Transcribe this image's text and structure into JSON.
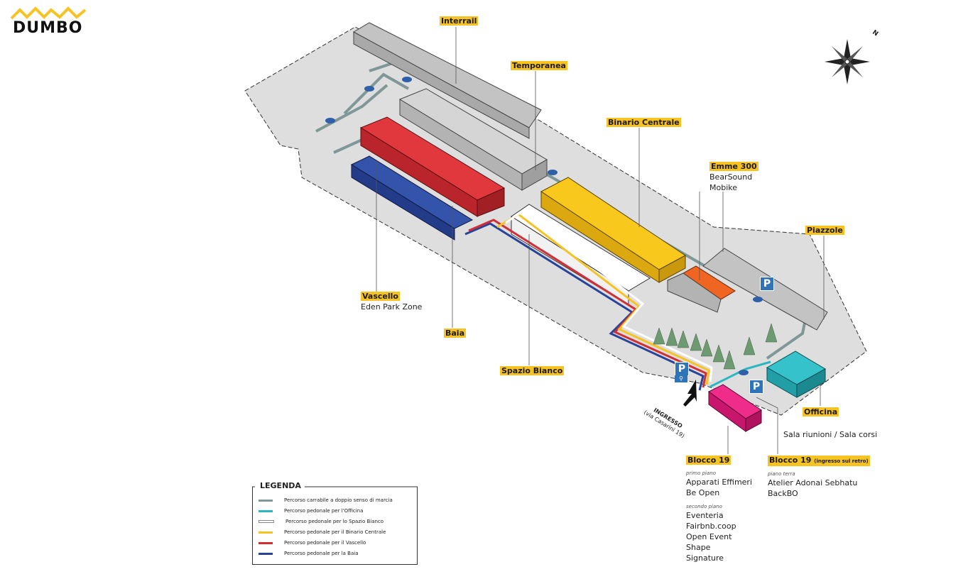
{
  "logo": {
    "text": "DUMBO",
    "accent": "#f6c323"
  },
  "compass": {
    "north_label": "N",
    "icon": "compass-rose-icon"
  },
  "colors": {
    "ground": "#dedede",
    "building_grey": "#c9c9c9",
    "vascello": "#d12f35",
    "baia": "#27449a",
    "binario": "#f6c323",
    "emme": "#ee5a1b",
    "officina": "#2bb7c0",
    "blocco": "#e3197c",
    "road": "#7f9797",
    "tree": "#6e9a72",
    "parking": "#2f73b8"
  },
  "buildings": {
    "interrail": {
      "name": "Interrail"
    },
    "temporanea": {
      "name": "Temporanea"
    },
    "binario_centrale": {
      "name": "Binario Centrale"
    },
    "emme300": {
      "name": "Emme 300",
      "tenants": [
        "BearSound",
        "Mobike"
      ]
    },
    "piazzole": {
      "name": "Piazzole"
    },
    "vascello": {
      "name": "Vascello",
      "tenants": [
        "Eden Park Zone"
      ]
    },
    "baia": {
      "name": "Baia"
    },
    "spazio_bianco": {
      "name": "Spazio Bianco"
    },
    "officina": {
      "name": "Officina"
    },
    "sala": {
      "name": "Sala riunioni / Sala corsi"
    },
    "blocco19": {
      "name": "Blocco 19",
      "floor1_label": "primo piano",
      "floor1": [
        "Apparati Effimeri",
        "Be Open"
      ],
      "floor2_label": "secondo piano",
      "floor2": [
        "Eventeria",
        "Fairbnb.coop",
        "Open Event",
        "Shape",
        "Signature"
      ]
    },
    "blocco19_retro": {
      "name": "Blocco 19",
      "note": "(ingresso sul retro)",
      "floor_label": "piano terra",
      "tenants": [
        "Atelier Adonai Sebhatu",
        "BackBO"
      ]
    }
  },
  "entrance": {
    "line1": "INGRESSO",
    "line2": "(via Casarini 19)"
  },
  "parking": {
    "label": "P"
  },
  "legend": {
    "title": "LEGENDA",
    "items": [
      {
        "label": "Percorso carrabile a doppio senso di marcia",
        "color": "#7f9797"
      },
      {
        "label": "Percorso pedonale per l'Officina",
        "color": "#2bb7c0"
      },
      {
        "label": "Percorso pedonale per lo Spazio Bianco",
        "color": "#ffffff"
      },
      {
        "label": "Percorso pedonale per il Binario Centrale",
        "color": "#f6c323"
      },
      {
        "label": "Percorso pedonale per il Vascello",
        "color": "#d12f35"
      },
      {
        "label": "Percorso pedonale per la Baia",
        "color": "#27449a"
      }
    ]
  }
}
